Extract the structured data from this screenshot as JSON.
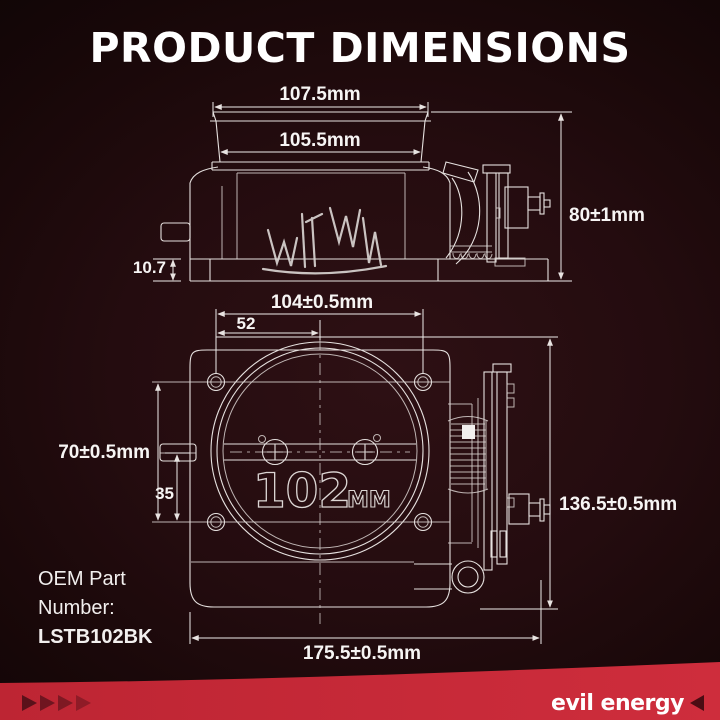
{
  "title": "PRODUCT DIMENSIONS",
  "side_view": {
    "dim_top_width": "107.5mm",
    "dim_inner_width": "105.5mm",
    "dim_total_height": "80±1mm",
    "dim_flange_height": "10.7"
  },
  "front_view": {
    "dim_bolt_span": "104±0.5mm",
    "dim_center_offset": "52",
    "dim_bolt_vertical_span": "70±0.5mm",
    "dim_axis_offset": "35",
    "dim_total_height": "136.5±0.5mm",
    "dim_total_width": "175.5±0.5mm",
    "bore_size": "102",
    "bore_unit": "MM"
  },
  "oem_part": {
    "label_line1": "OEM Part",
    "label_line2": "Number:",
    "part_number": "LSTB102BK"
  },
  "footer": {
    "brand": "evil energy"
  },
  "colors": {
    "accent_red": "#c82a38",
    "accent_red_dark": "#541019",
    "line_white": "#e6e1df",
    "background": "#1c0a0c"
  }
}
